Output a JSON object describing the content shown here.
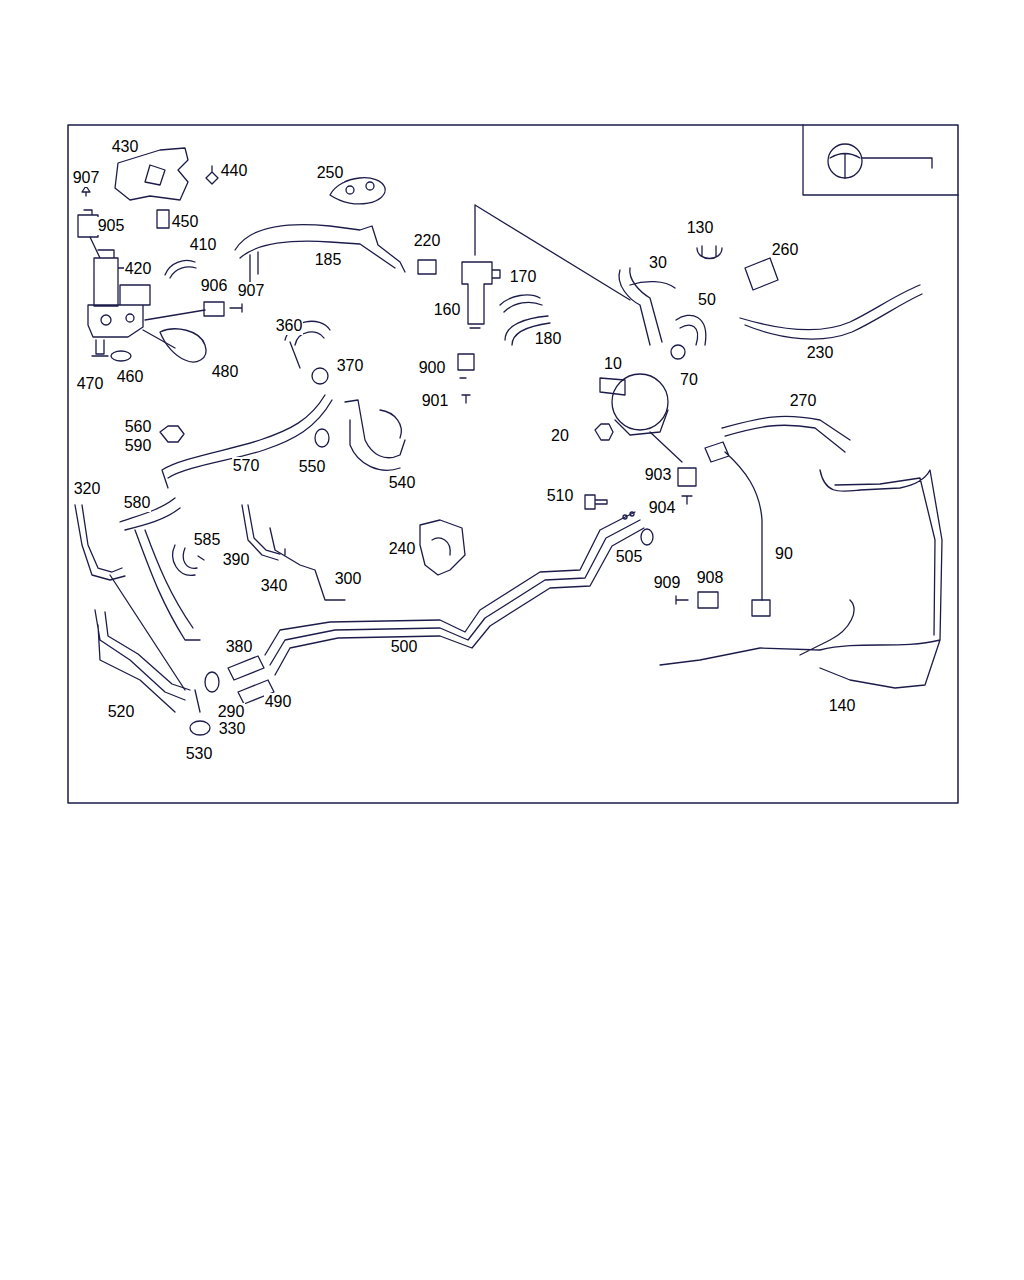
{
  "diagram": {
    "labels": [
      "430",
      "440",
      "250",
      "907",
      "450",
      "905",
      "130",
      "220",
      "410",
      "260",
      "185",
      "30",
      "420",
      "170",
      "906",
      "907",
      "50",
      "160",
      "360",
      "180",
      "230",
      "10",
      "370",
      "900",
      "480",
      "460",
      "70",
      "470",
      "901",
      "270",
      "560",
      "20",
      "590",
      "570",
      "550",
      "903",
      "540",
      "320",
      "510",
      "580",
      "904",
      "585",
      "240",
      "90",
      "505",
      "390",
      "300",
      "908",
      "909",
      "340",
      "380",
      "500",
      "490",
      "140",
      "520",
      "290",
      "330",
      "530"
    ]
  }
}
